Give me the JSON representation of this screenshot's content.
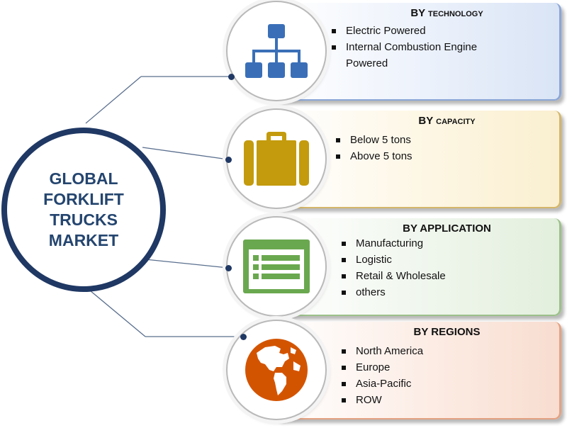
{
  "hub": {
    "title": "GLOBAL\nFORKLIFT\nTRUCKS MARKET"
  },
  "segments": [
    {
      "title": "BY technology",
      "icon": "org-chart-icon",
      "color": "#3a6fb8",
      "items": [
        "Electric Powered",
        "Internal Combustion Engine Powered"
      ]
    },
    {
      "title": "BY capacity",
      "icon": "briefcase-icon",
      "color": "#c39b0d",
      "items": [
        "Below 5 tons",
        "Above 5 tons"
      ]
    },
    {
      "title": "BY APPLICATION",
      "icon": "list-window-icon",
      "color": "#6aa84f",
      "items": [
        "Manufacturing",
        "Logistic",
        "Retail & Wholesale",
        "others"
      ]
    },
    {
      "title": "BY REGIONS",
      "icon": "globe-icon",
      "color": "#d35400",
      "items": [
        "North America",
        "Europe",
        "Asia-Pacific",
        "ROW"
      ]
    }
  ]
}
